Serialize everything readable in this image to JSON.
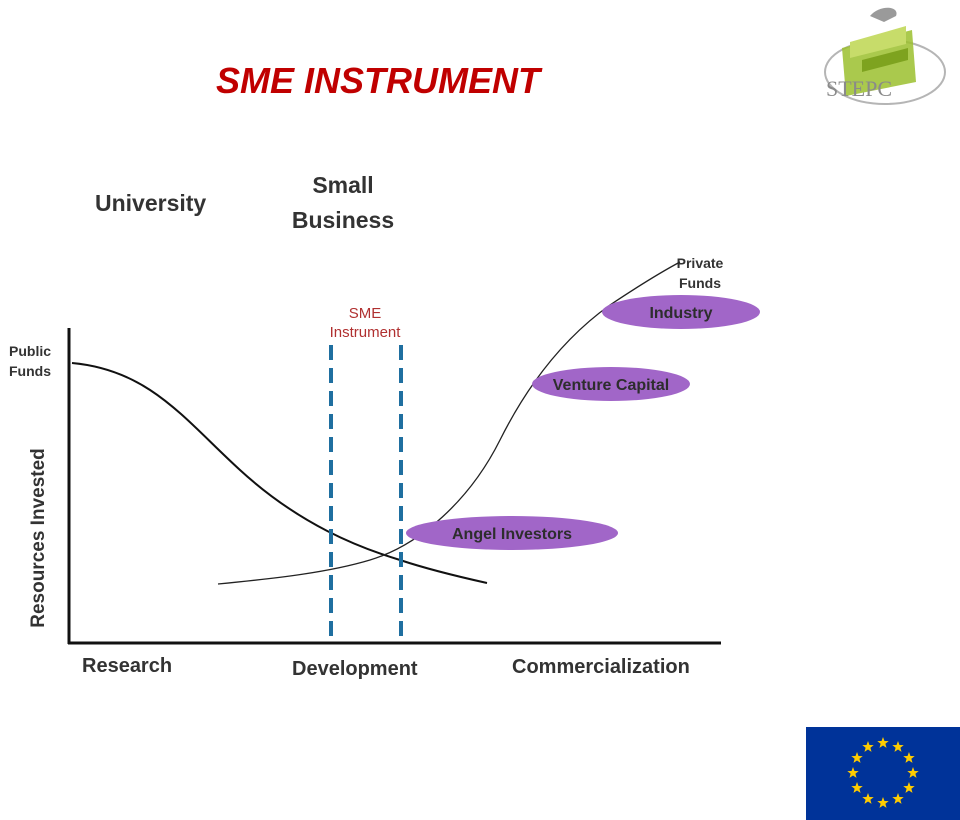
{
  "title": "SME INSTRUMENT",
  "logo": {
    "text": "STEPC",
    "colors": {
      "green": "#9bbf2e",
      "gray": "#a0a0a0"
    }
  },
  "diagram": {
    "stage_headers": {
      "left": "University",
      "middle_line1": "Small",
      "middle_line2": "Business"
    },
    "y_axis_label": "Resources Invested",
    "x_axis_labels": {
      "research": "Research",
      "development": "Development",
      "commercialization": "Commercialization"
    },
    "public_funds": {
      "line1": "Public",
      "line2": "Funds"
    },
    "private_funds": {
      "line1": "Private",
      "line2": "Funds"
    },
    "sme_instrument": {
      "line1": "SME",
      "line2": "Instrument",
      "color": "#1f6fa0"
    },
    "ovals": {
      "industry": "Industry",
      "venture_capital": "Venture Capital",
      "angel_investors": "Angel Investors",
      "fill": "#a166c8"
    }
  },
  "eu_flag": {
    "background": "#003399",
    "star_color": "#ffcc00",
    "star_count": 12
  }
}
